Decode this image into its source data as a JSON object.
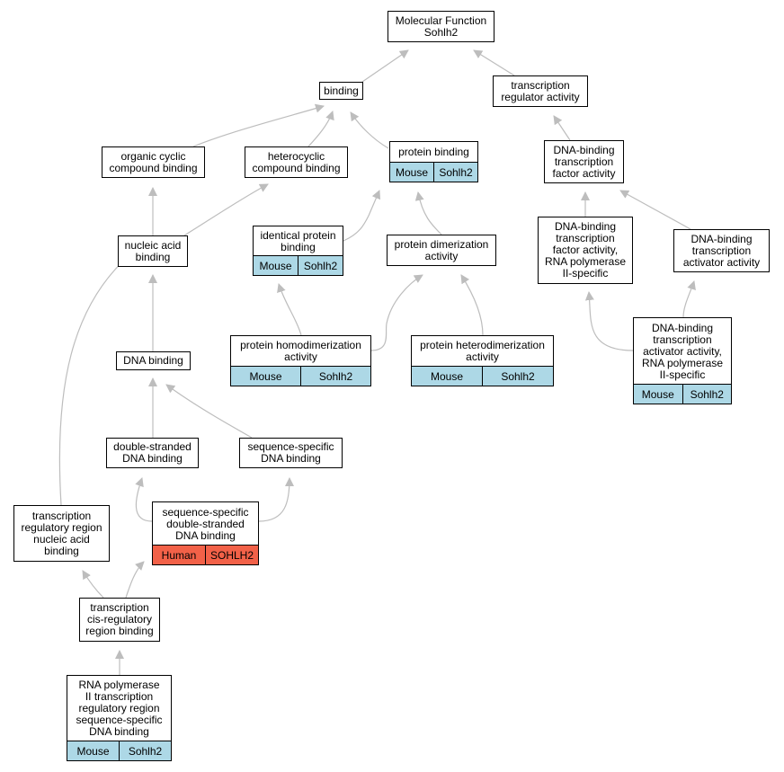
{
  "colors": {
    "mouse": "#add8e6",
    "human": "#f26148",
    "edge": "#bdbdbd"
  },
  "nodes": [
    {
      "id": "mf",
      "label": "Molecular Function\nSohlh2"
    },
    {
      "id": "binding",
      "label": "binding"
    },
    {
      "id": "tra",
      "label": "transcription\nregulator activity"
    },
    {
      "id": "occb",
      "label": "organic cyclic\ncompound binding"
    },
    {
      "id": "hcb",
      "label": "heterocyclic\ncompound binding"
    },
    {
      "id": "pb",
      "label": "protein binding",
      "tags": [
        {
          "species": "Mouse",
          "gene": "Sohlh2"
        }
      ]
    },
    {
      "id": "dbtfa",
      "label": "DNA-binding\ntranscription\nfactor activity"
    },
    {
      "id": "nab",
      "label": "nucleic acid\nbinding"
    },
    {
      "id": "ipb",
      "label": "identical protein\nbinding",
      "tags": [
        {
          "species": "Mouse",
          "gene": "Sohlh2"
        }
      ]
    },
    {
      "id": "pda",
      "label": "protein dimerization\nactivity"
    },
    {
      "id": "dbtfa2",
      "label": "DNA-binding\ntranscription\nfactor activity,\nRNA polymerase\nII-specific"
    },
    {
      "id": "dbtaa",
      "label": "DNA-binding\ntranscription\nactivator activity"
    },
    {
      "id": "dnab",
      "label": "DNA binding"
    },
    {
      "id": "phda",
      "label": "protein homodimerization\nactivity",
      "tags": [
        {
          "species": "Mouse",
          "gene": "Sohlh2"
        }
      ]
    },
    {
      "id": "phtda",
      "label": "protein heterodimerization\nactivity",
      "tags": [
        {
          "species": "Mouse",
          "gene": "Sohlh2"
        }
      ]
    },
    {
      "id": "dbtaa2",
      "label": "DNA-binding\ntranscription\nactivator activity,\nRNA polymerase\nII-specific",
      "tags": [
        {
          "species": "Mouse",
          "gene": "Sohlh2"
        }
      ]
    },
    {
      "id": "dsdb",
      "label": "double-stranded\nDNA binding"
    },
    {
      "id": "ssdb",
      "label": "sequence-specific\nDNA binding"
    },
    {
      "id": "ssdsdb",
      "label": "sequence-specific\ndouble-stranded\nDNA binding",
      "tags": [
        {
          "species": "Human",
          "gene": "SOHLH2"
        }
      ]
    },
    {
      "id": "trrnab",
      "label": "transcription\nregulatory region\nnucleic acid\nbinding"
    },
    {
      "id": "tcrrb",
      "label": "transcription\ncis-regulatory\nregion binding"
    },
    {
      "id": "rnap",
      "label": "RNA polymerase\nII transcription\nregulatory region\nsequence-specific\nDNA binding",
      "tags": [
        {
          "species": "Mouse",
          "gene": "Sohlh2"
        }
      ]
    }
  ],
  "edges": [
    {
      "from": "binding",
      "to": "mf"
    },
    {
      "from": "tra",
      "to": "mf"
    },
    {
      "from": "occb",
      "to": "binding"
    },
    {
      "from": "hcb",
      "to": "binding"
    },
    {
      "from": "pb",
      "to": "binding"
    },
    {
      "from": "dbtfa",
      "to": "tra"
    },
    {
      "from": "nab",
      "to": "occb"
    },
    {
      "from": "nab",
      "to": "hcb"
    },
    {
      "from": "ipb",
      "to": "pb"
    },
    {
      "from": "pda",
      "to": "pb"
    },
    {
      "from": "dbtfa2",
      "to": "dbtfa"
    },
    {
      "from": "dbtaa",
      "to": "dbtfa"
    },
    {
      "from": "dnab",
      "to": "nab"
    },
    {
      "from": "phda",
      "to": "ipb"
    },
    {
      "from": "phda",
      "to": "pda"
    },
    {
      "from": "phtda",
      "to": "pda"
    },
    {
      "from": "dbtaa2",
      "to": "dbtfa2"
    },
    {
      "from": "dbtaa2",
      "to": "dbtaa"
    },
    {
      "from": "dsdb",
      "to": "dnab"
    },
    {
      "from": "ssdb",
      "to": "dnab"
    },
    {
      "from": "ssdsdb",
      "to": "dsdb"
    },
    {
      "from": "ssdsdb",
      "to": "ssdb"
    },
    {
      "from": "trrnab",
      "to": "nab"
    },
    {
      "from": "tcrrb",
      "to": "trrnab"
    },
    {
      "from": "tcrrb",
      "to": "ssdsdb"
    },
    {
      "from": "rnap",
      "to": "tcrrb"
    }
  ]
}
